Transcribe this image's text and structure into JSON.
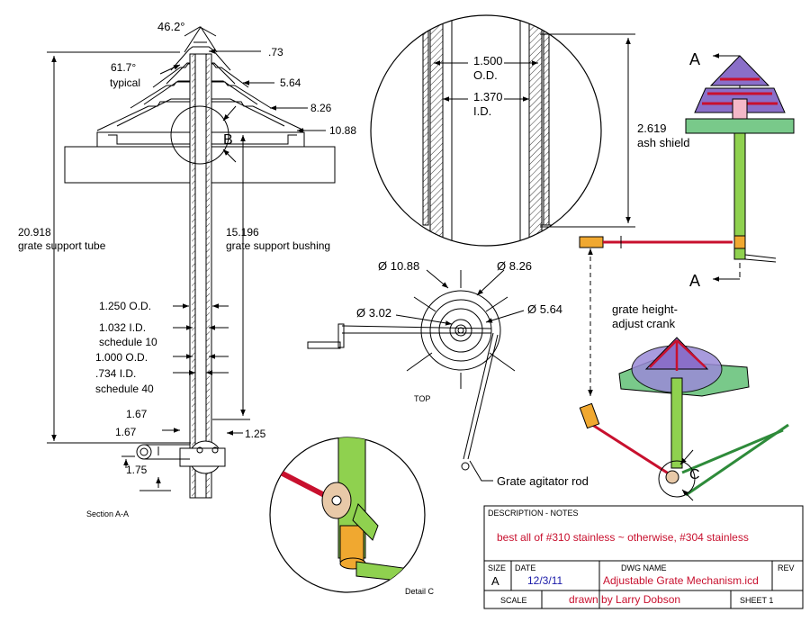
{
  "section_aa": {
    "angle_top": "46.2°",
    "angle_side": "61.7°",
    "angle_side_note": "typical",
    "dim_073": ".73",
    "dim_564": "5.64",
    "dim_826": "8.26",
    "dim_1088": "10.88",
    "detail_b": "B",
    "tube_length": "20.918",
    "tube_length_label": "grate support tube",
    "bushing_length": "15.196",
    "bushing_length_label": "grate support bushing",
    "od_1250": "1.250 O.D.",
    "id_1032": "1.032 I.D.",
    "sched_10": "schedule 10",
    "od_1000": "1.000 O.D.",
    "id_734": ".734 I.D.",
    "sched_40": "schedule 40",
    "dim_167": "1.67",
    "dim_125": "1.25",
    "dim_175": "1.75",
    "caption": "Section A-A"
  },
  "detail_b_view": {
    "od": "1.500",
    "od_note": "O.D.",
    "id": "1.370",
    "id_note": "I.D.",
    "shield": "2.619",
    "shield_label": "ash shield"
  },
  "top_view": {
    "d1088": "Ø 10.88",
    "d826": "Ø 8.26",
    "d302": "Ø 3.02",
    "d564": "Ø 5.64",
    "caption": "TOP",
    "agitator": "Grate agitator rod"
  },
  "iso_view": {
    "section_a1": "A",
    "section_a2": "A",
    "crank_line1": "grate height-",
    "crank_line2": "adjust crank",
    "detail_c": "C"
  },
  "detail_c_view": {
    "caption": "Detail C"
  },
  "title_block": {
    "desc_label": "DESCRIPTION - NOTES",
    "notes": "best all of #310 stainless ~ otherwise, #304 stainless",
    "size_label": "SIZE",
    "size": "A",
    "date_label": "DATE",
    "date": "12/3/11",
    "dwg_label": "DWG  NAME",
    "dwg_name": "Adjustable Grate Mechanism.icd",
    "rev_label": "REV",
    "scale_label": "SCALE",
    "author": "drawn by Larry Dobson",
    "sheet": "SHEET 1"
  },
  "colors": {
    "line": "#000000",
    "title_text": "#c8102e",
    "date_text": "#1a1aa8",
    "pipe_green": "#8fd14f",
    "plate_green": "#79c98a",
    "cone_purple": "#8a6fc9",
    "rod_red": "#c8102e",
    "bushing_orange": "#f0a830"
  }
}
